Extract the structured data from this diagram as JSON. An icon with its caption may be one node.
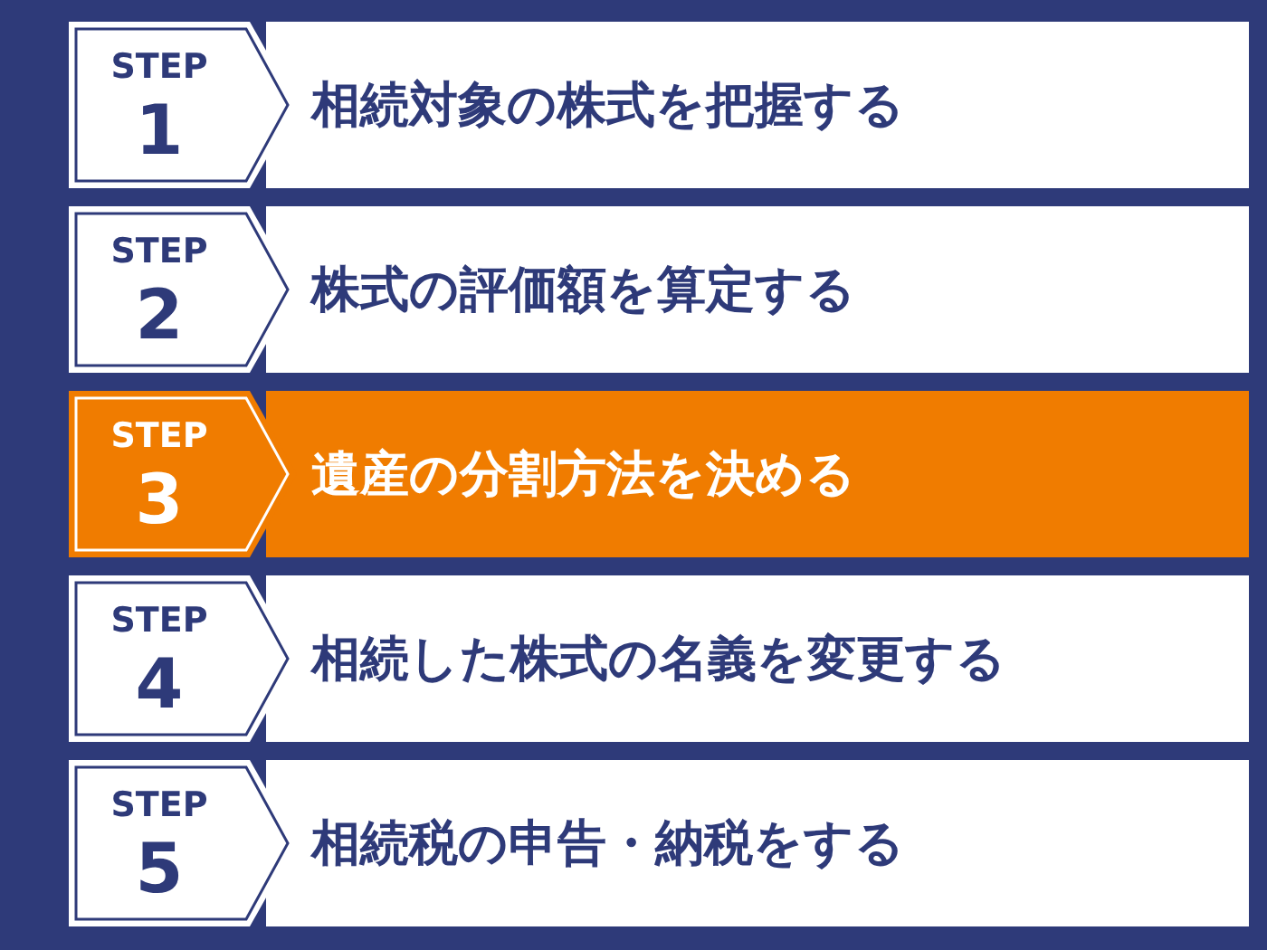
{
  "diagram": {
    "nodes": [
      {
        "text": [
          "STEP",
          "1"
        ]
      },
      {
        "text": [
          "相続対象の株式を把握する"
        ]
      },
      {
        "text": [
          "STEP",
          "2"
        ]
      },
      {
        "text": [
          "株式の評価額を算定する"
        ]
      },
      {
        "text": [
          "STEP",
          "3"
        ]
      },
      {
        "text": [
          "遺産の分割方法を決める"
        ]
      },
      {
        "text": [
          "STEP",
          "4"
        ]
      },
      {
        "text": [
          "相続した株式の名義を変更する"
        ]
      },
      {
        "text": [
          "STEP",
          "5"
        ]
      },
      {
        "text": [
          "相続税の申告・納税をする"
        ]
      }
    ]
  }
}
